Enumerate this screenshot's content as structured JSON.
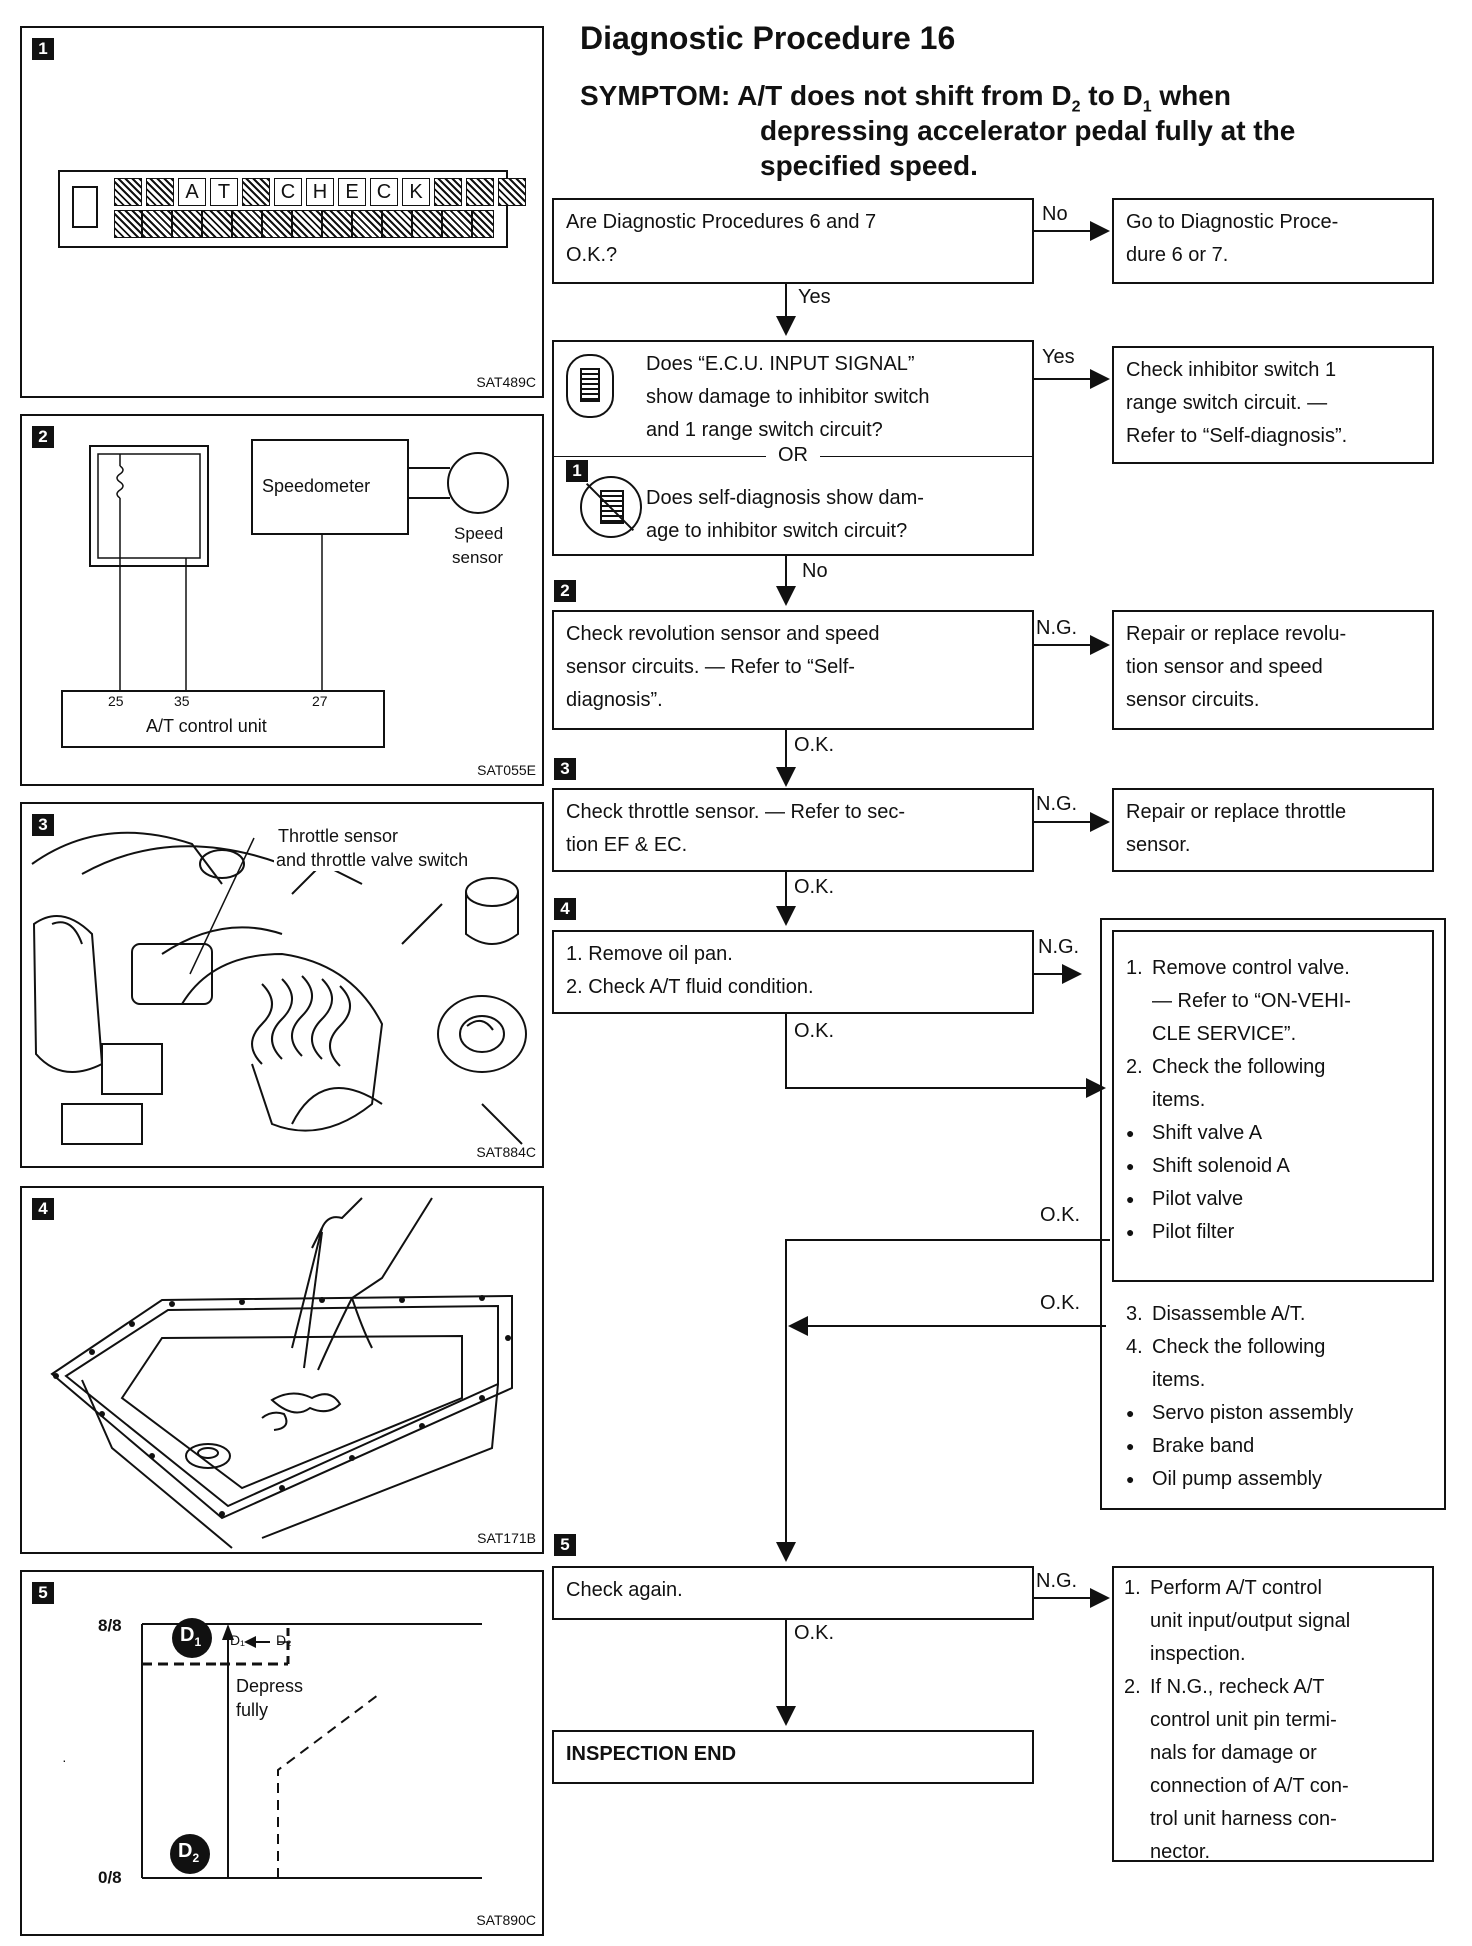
{
  "title": "Diagnostic Procedure 16",
  "symptom": {
    "label": "SYMPTOM:",
    "line1_a": "A/T does not shift from D",
    "line1_sub1": "2",
    "line1_b": " to D",
    "line1_sub2": "1",
    "line1_c": " when",
    "line2": "depressing accelerator pedal fully at the",
    "line3": "specified speed."
  },
  "figures": {
    "f1": {
      "num": "1",
      "code": "SAT489C",
      "check_letters": [
        "A",
        "T",
        "C",
        "H",
        "E",
        "C",
        "K"
      ]
    },
    "f2": {
      "num": "2",
      "code": "SAT055E",
      "speedometer": "Speedometer",
      "speed": "Speed",
      "sensor": "sensor",
      "pin_a": "25",
      "pin_b": "35",
      "pin_c": "27",
      "unit": "A/T control unit"
    },
    "f3": {
      "num": "3",
      "code": "SAT884C",
      "label1": "Throttle sensor",
      "label2": "and throttle valve switch"
    },
    "f4": {
      "num": "4",
      "code": "SAT171B"
    },
    "f5": {
      "num": "5",
      "code": "SAT890C",
      "y_top": "8/8",
      "y_bot": "0/8",
      "d1": "D",
      "d1_sub": "1",
      "d2": "D",
      "d2_sub": "2",
      "arrow_from": "D₂",
      "arrow_to": "D₁",
      "depress": "Depress",
      "fully": "fully"
    }
  },
  "flow": {
    "q1": {
      "line1": "Are Diagnostic Procedures 6 and 7",
      "line2": "O.K.?"
    },
    "q1_no": "No",
    "r1": {
      "line1": "Go to Diagnostic Proce-",
      "line2": "dure 6 or 7."
    },
    "q1_yes": "Yes",
    "q2": {
      "line1": "Does “E.C.U. INPUT SIGNAL”",
      "line2": "show damage to inhibitor switch",
      "line3": "and 1 range switch circuit?",
      "or": "OR",
      "marker": "1",
      "line4": "Does self-diagnosis show dam-",
      "line5": "age to inhibitor switch circuit?"
    },
    "q2_yes": "Yes",
    "r2": {
      "line1": "Check inhibitor switch 1",
      "line2": "range switch circuit. —",
      "line3": "Refer to “Self-diagnosis”."
    },
    "q2_no": "No",
    "m2": "2",
    "q3": {
      "line1": "Check revolution sensor and speed",
      "line2": "sensor circuits. — Refer to “Self-",
      "line3": "diagnosis”."
    },
    "q3_ng": "N.G.",
    "r3": {
      "line1": "Repair or replace revolu-",
      "line2": "tion sensor and speed",
      "line3": "sensor circuits."
    },
    "q3_ok": "O.K.",
    "m3": "3",
    "q4": {
      "line1": "Check throttle sensor. — Refer to sec-",
      "line2": "tion EF & EC."
    },
    "q4_ng": "N.G.",
    "r4": {
      "line1": "Repair or replace throttle",
      "line2": "sensor."
    },
    "q4_ok": "O.K.",
    "m4": "4",
    "q5": {
      "line1": "1. Remove oil pan.",
      "line2": "2. Check A/T fluid condition."
    },
    "q5_ng": "N.G.",
    "q5_ok": "O.K.",
    "r5": {
      "i1_n": "1.",
      "i1": "Remove control valve.",
      "i1b": "— Refer to “ON-VEHI-",
      "i1c": "CLE SERVICE”.",
      "i2_n": "2.",
      "i2": "Check the following",
      "i2b": "items.",
      "b1": "Shift valve A",
      "b2": "Shift solenoid A",
      "b3": "Pilot valve",
      "b4": "Pilot filter",
      "i3_n": "3.",
      "i3": "Disassemble A/T.",
      "i4_n": "4.",
      "i4": "Check the following",
      "i4b": "items.",
      "b5": "Servo piston assembly",
      "b6": "Brake band",
      "b7": "Oil pump assembly"
    },
    "ok_a": "O.K.",
    "ok_b": "O.K.",
    "m5": "5",
    "q6": "Check again.",
    "q6_ng": "N.G.",
    "q6_ok": "O.K.",
    "r6": {
      "i1_n": "1.",
      "i1": "Perform A/T control",
      "i1b": "unit input/output signal",
      "i1c": "inspection.",
      "i2_n": "2.",
      "i2": "If N.G., recheck A/T",
      "i2b": "control unit pin termi-",
      "i2c": "nals for damage or",
      "i2d": "connection of A/T con-",
      "i2e": "trol unit harness con-",
      "i2f": "nector."
    },
    "end": "INSPECTION END"
  }
}
